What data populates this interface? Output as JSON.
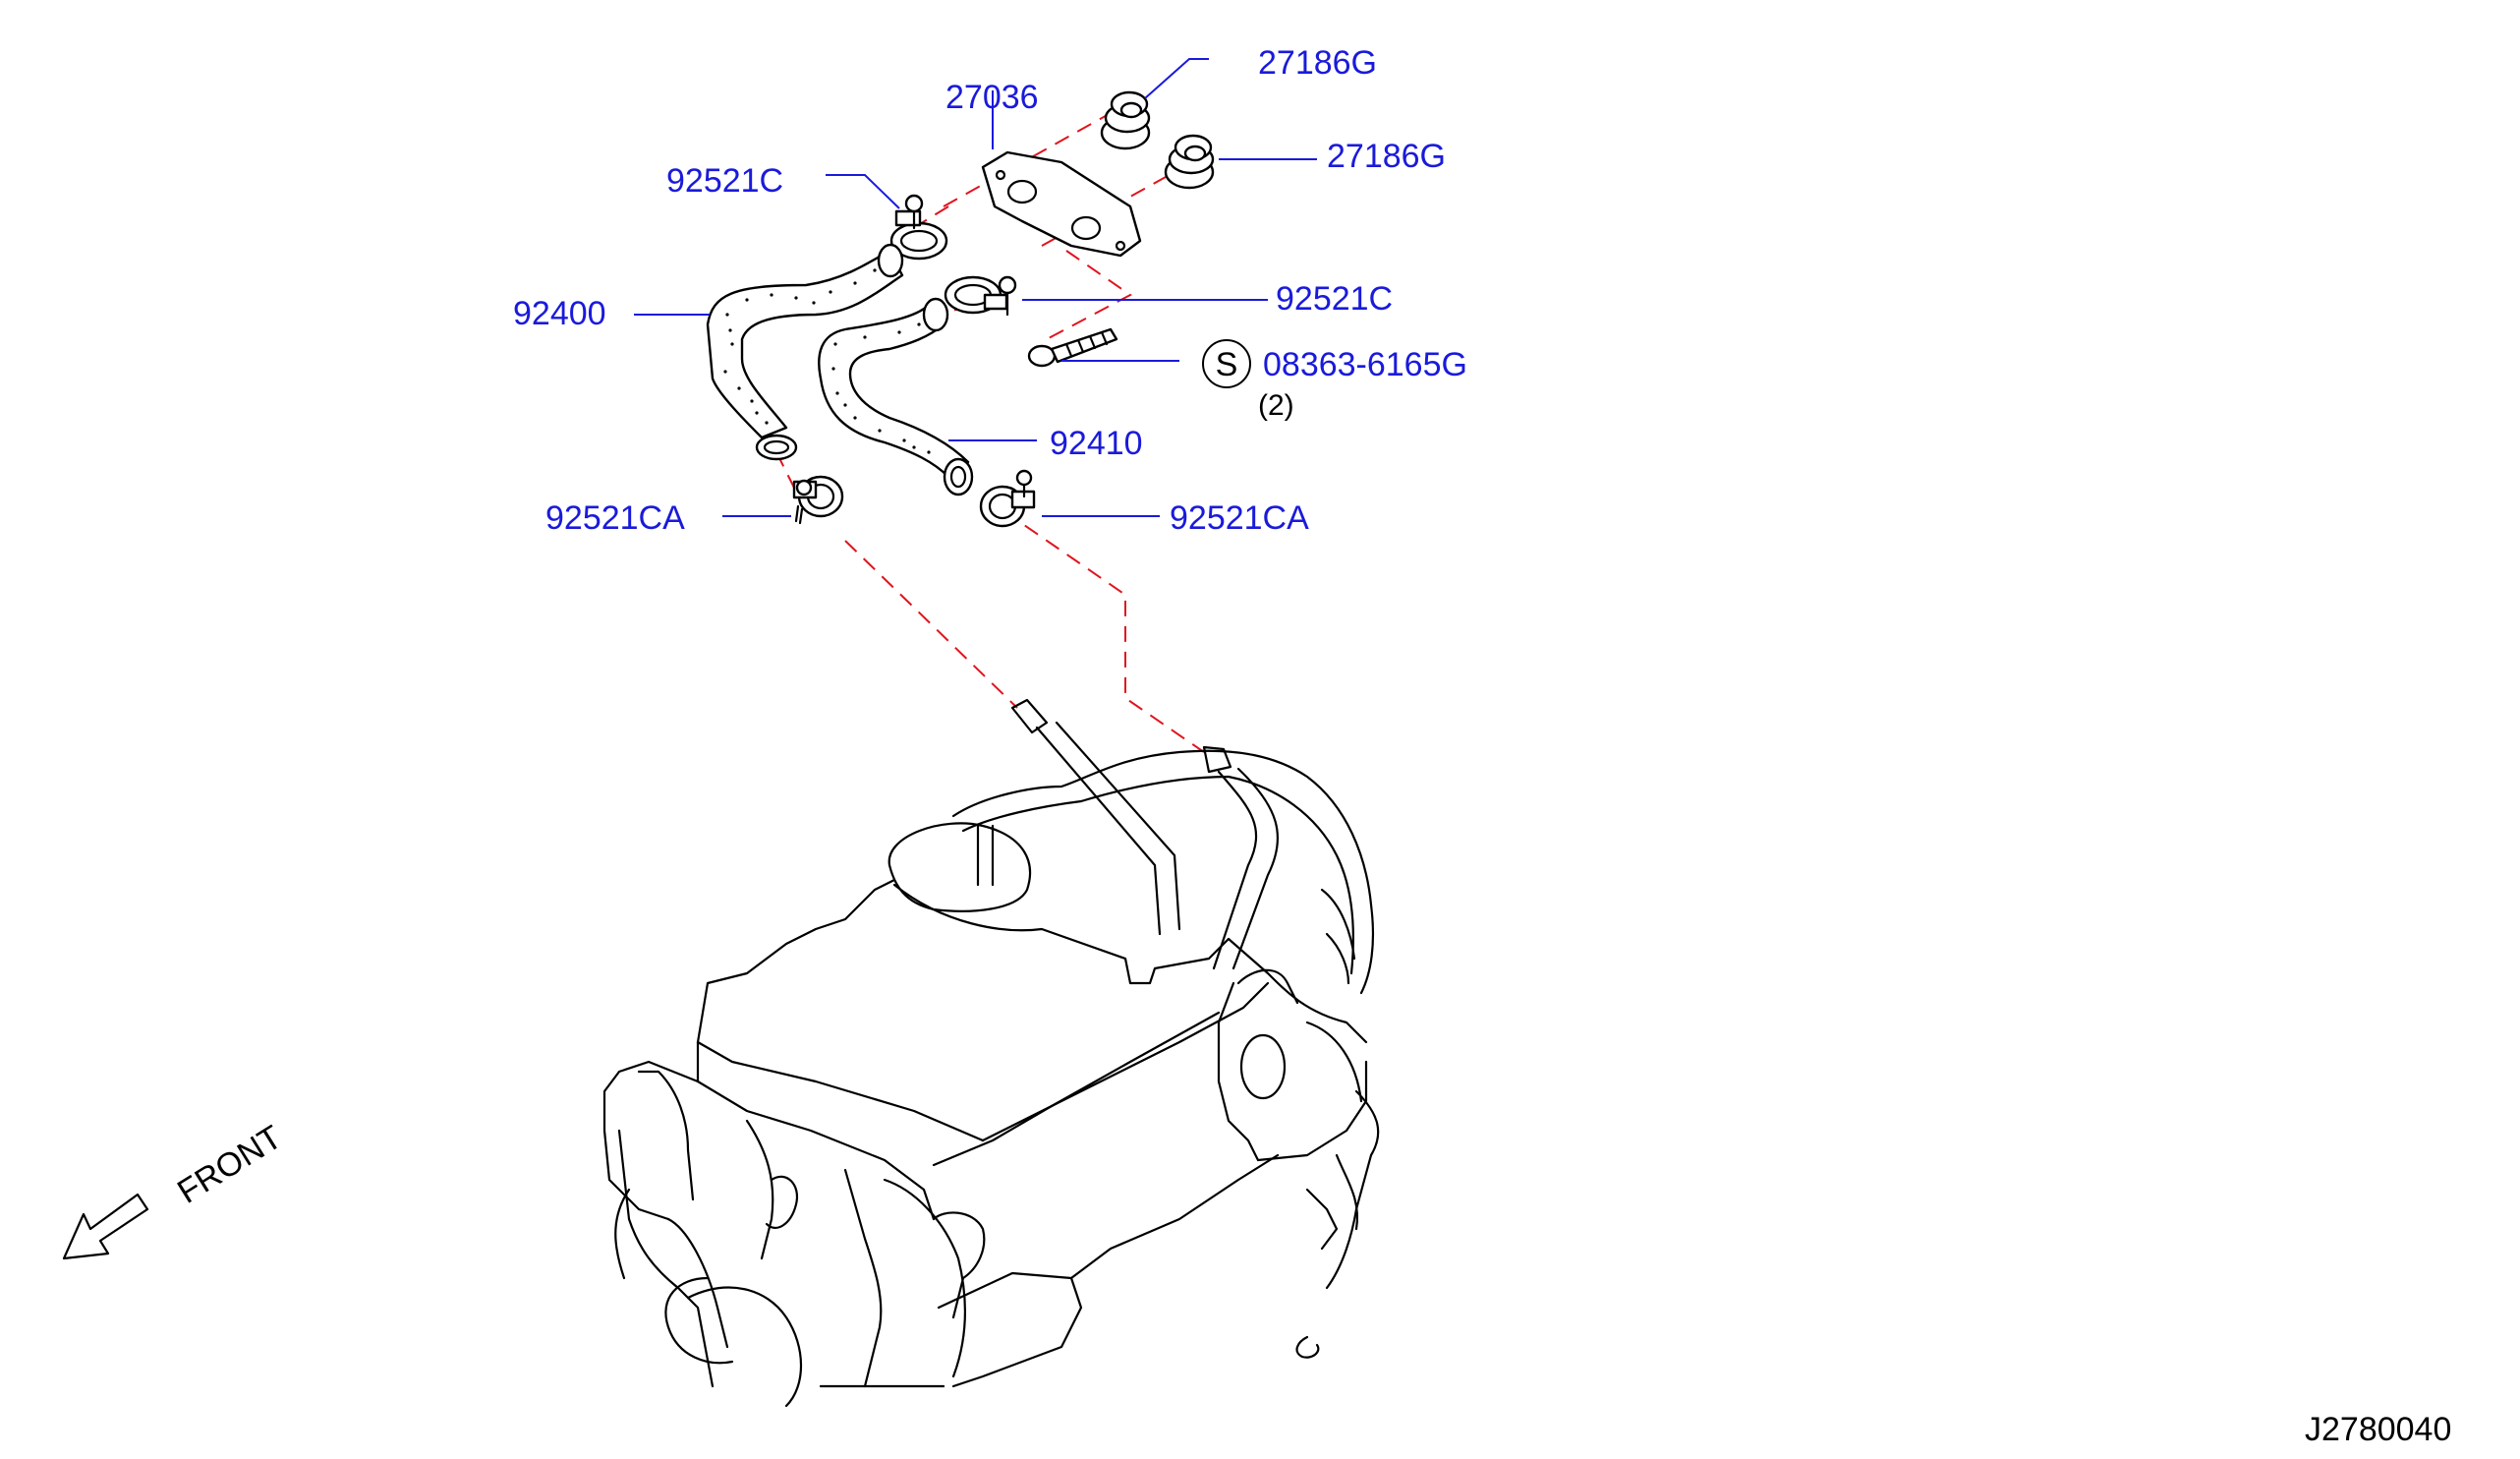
{
  "diagram": {
    "callouts": {
      "grommet_top": "27186G",
      "grommet_right": "27186G",
      "gasket": "27036",
      "clamp_upper_left": "92521C",
      "clamp_upper_right": "92521C",
      "hose_left": "92400",
      "hose_right": "92410",
      "bolt": "08363-6165G",
      "bolt_symbol": "S",
      "bolt_qty": "(2)",
      "clamp_lower_left": "92521CA",
      "clamp_lower_right": "92521CA"
    },
    "front_label": "FRONT",
    "figure_code": "J2780040",
    "colors": {
      "callout_text": "#1a1adb",
      "dashed_line": "#e0141e",
      "linework": "#000000"
    }
  }
}
